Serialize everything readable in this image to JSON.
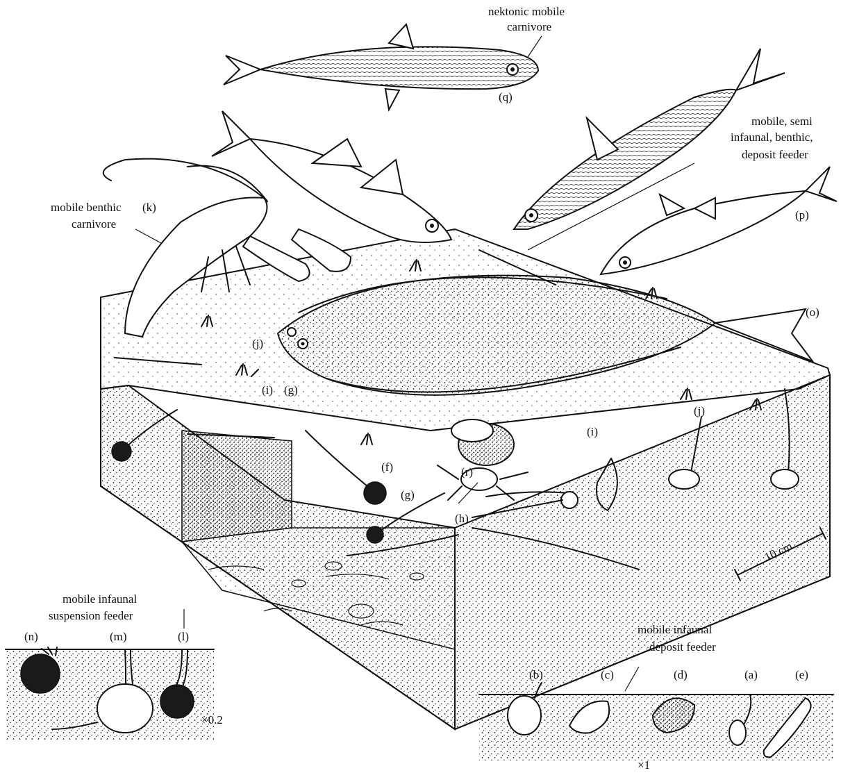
{
  "labels": {
    "nektonic": [
      "nektonic mobile",
      "carnivore"
    ],
    "semi_infaunal": [
      "mobile, semi",
      "infaunal, benthic,",
      "deposit feeder"
    ],
    "benthic_carnivore": [
      "mobile benthic",
      "carnivore"
    ],
    "suspension_feeder": [
      "mobile infaunal",
      "suspension feeder"
    ],
    "deposit_feeder": [
      "mobile infaunal",
      "deposit feeder"
    ]
  },
  "letters": {
    "q": "(q)",
    "p": "(p)",
    "o": "(o)",
    "k": "(k)",
    "j1": "(j)",
    "j2": "(j)",
    "i1": "(i)",
    "i2": "(i)",
    "g1": "(g)",
    "g2": "(g)",
    "f": "(f)",
    "r": "(r)",
    "h": "(h)",
    "n": "(n)",
    "m": "(m)",
    "l": "(l)",
    "b": "(b)",
    "c": "(c)",
    "d": "(d)",
    "a": "(a)",
    "e": "(e)"
  },
  "scale": {
    "bar": "10 cm",
    "left_mag": "×0.2",
    "right_mag": "×1"
  }
}
